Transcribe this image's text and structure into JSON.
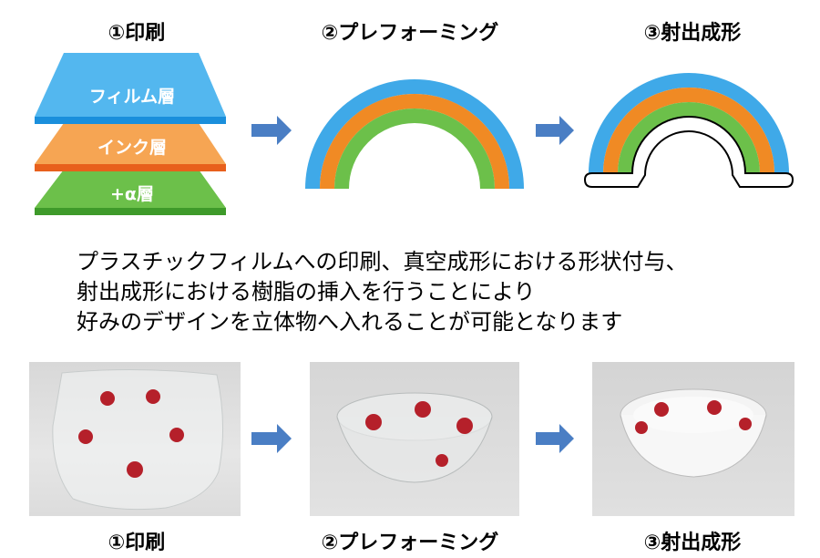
{
  "steps_top": [
    {
      "label": "①印刷"
    },
    {
      "label": "②プレフォーミング"
    },
    {
      "label": "③射出成形"
    }
  ],
  "layers": [
    {
      "label": "フィルム層",
      "color": "#3fa9e8"
    },
    {
      "label": "インク層",
      "color": "#f08a24"
    },
    {
      "label": "+α層",
      "color": "#6cc04a"
    }
  ],
  "colors": {
    "arrow": "#4a7ec4",
    "film": "#3fa9e8",
    "ink": "#f08a24",
    "alpha": "#6cc04a",
    "bear": "#b5202a"
  },
  "description": {
    "line1": "プラスチックフィルムへの印刷、真空成形における形状付与、",
    "line2": "射出成形における樹脂の挿入を行うことにより",
    "line3": "好みのデザインを立体物へ入れることが可能となります"
  },
  "steps_bottom": [
    {
      "label": "①印刷"
    },
    {
      "label": "②プレフォーミング"
    },
    {
      "label": "③射出成形"
    }
  ]
}
